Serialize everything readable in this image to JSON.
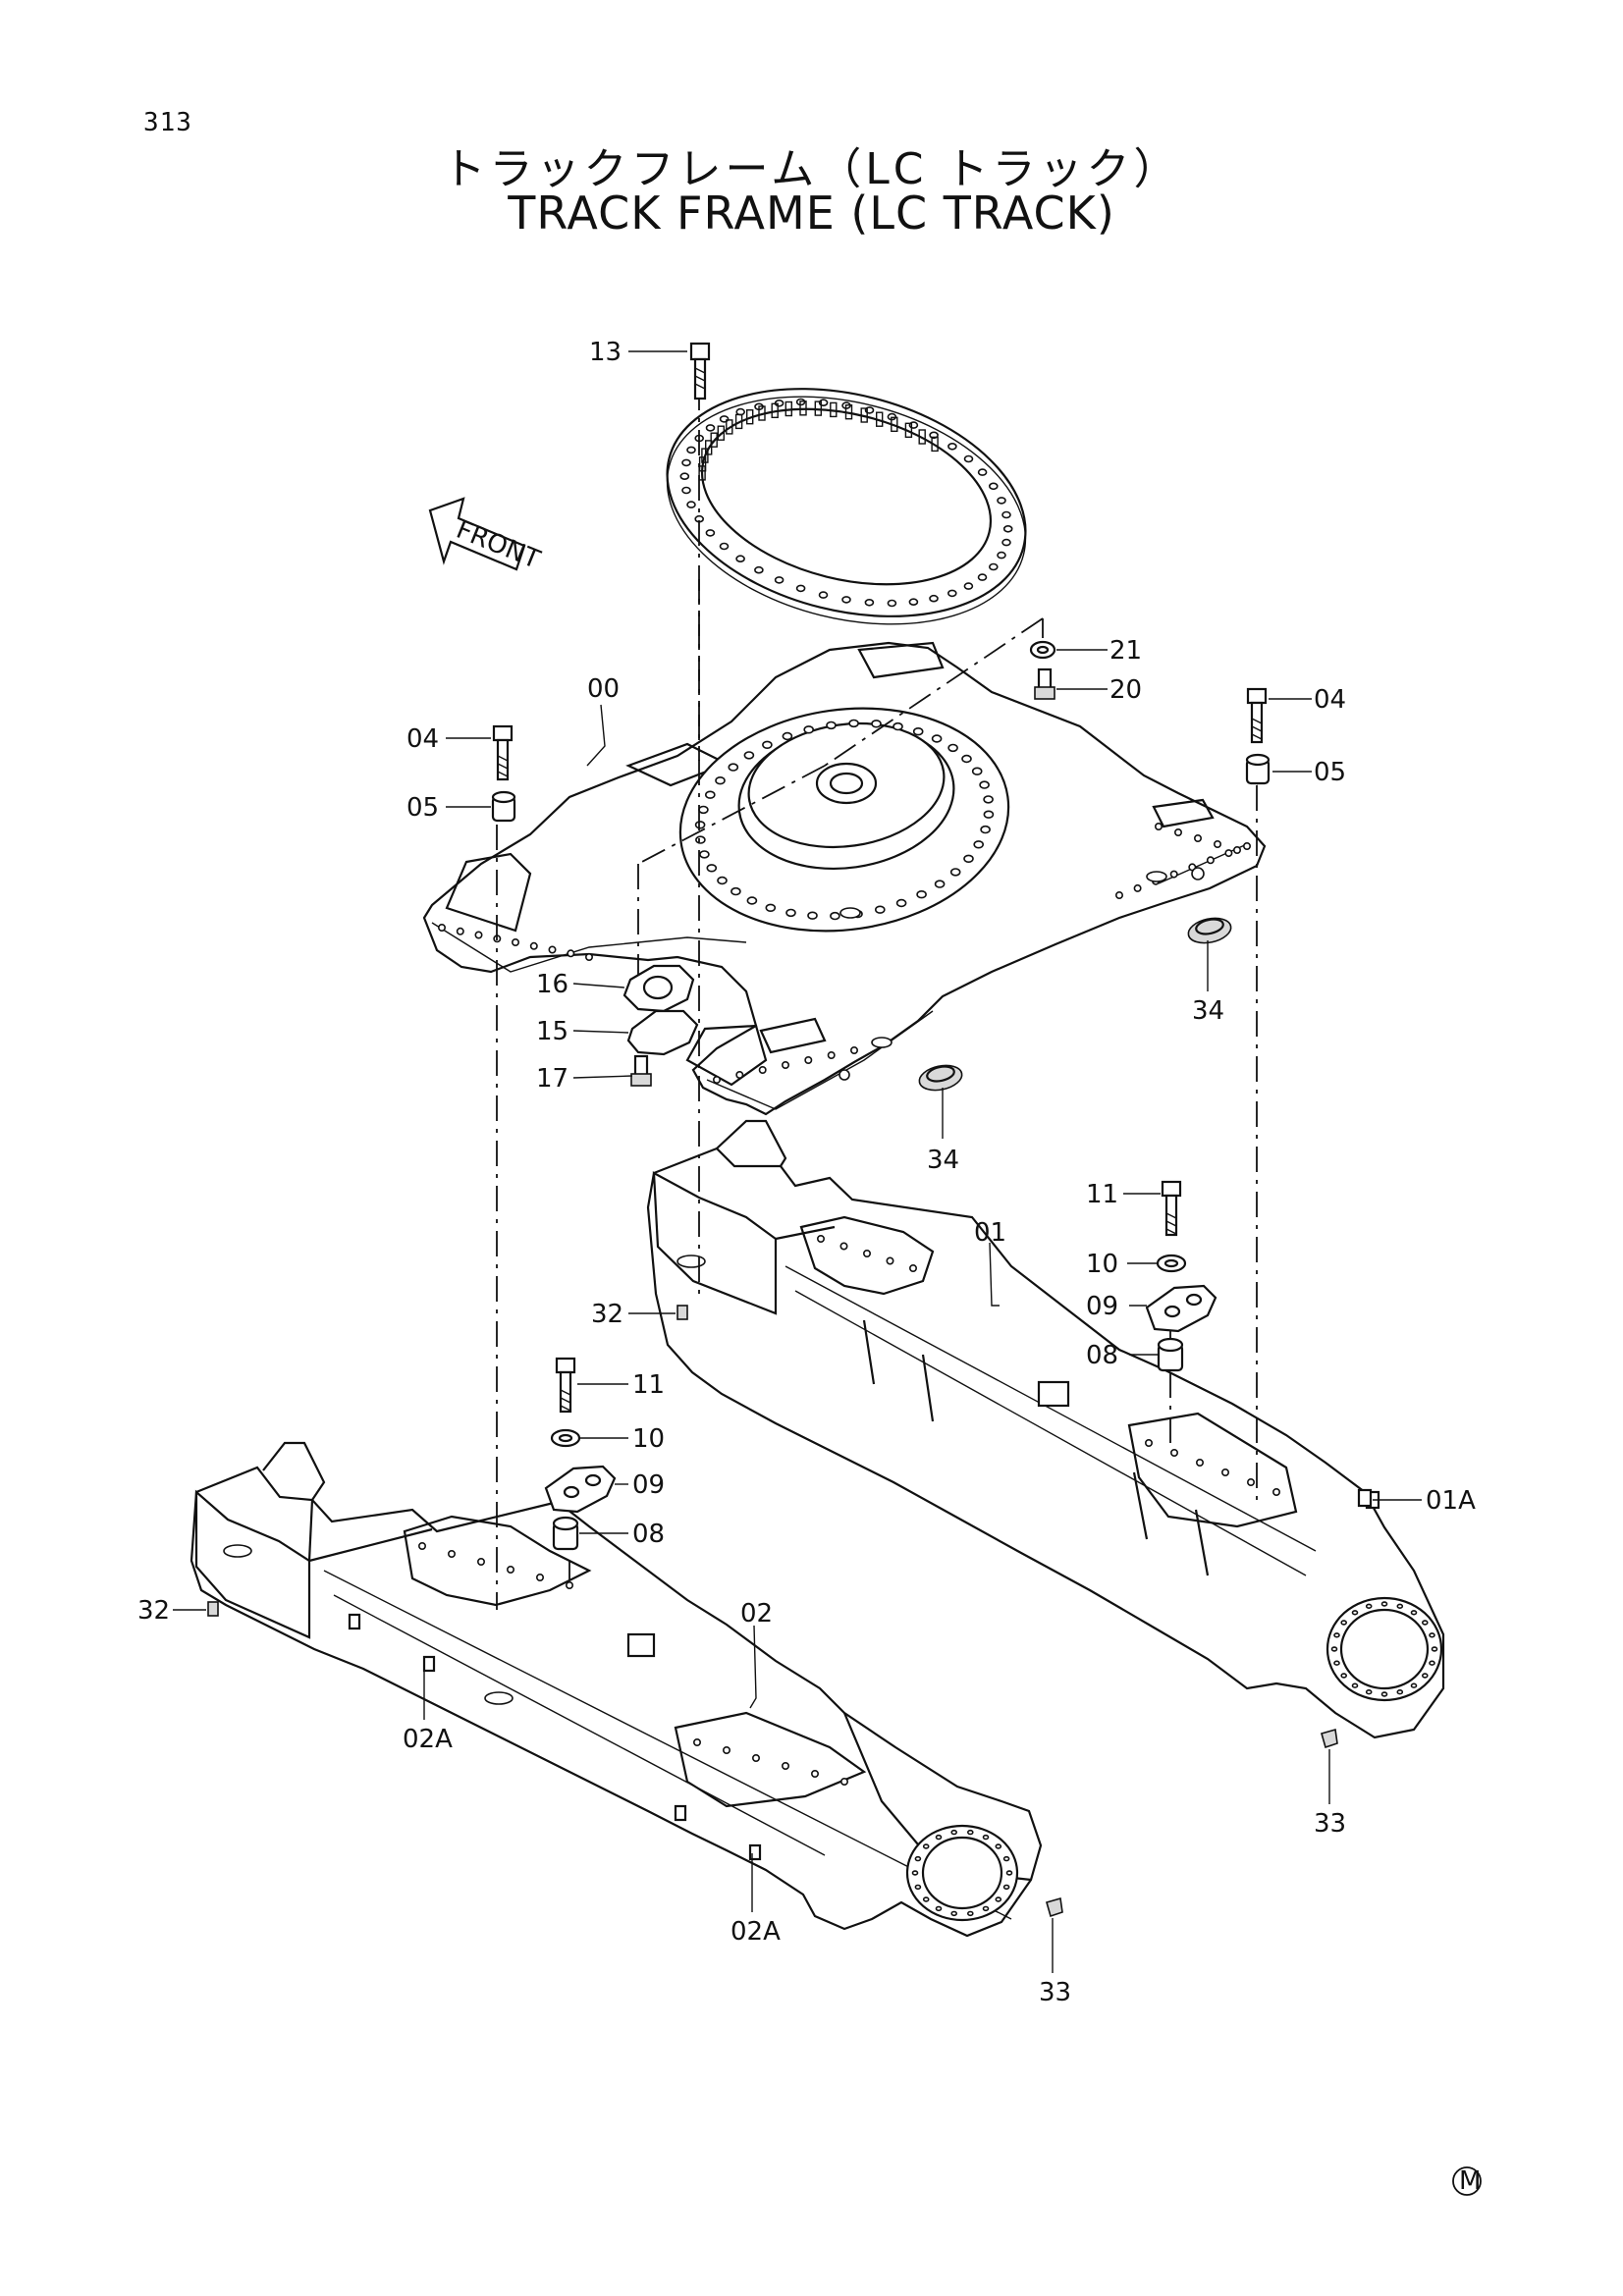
{
  "page": {
    "number": "313"
  },
  "title": {
    "japanese": "トラックフレーム（LC トラック）",
    "english": "TRACK  FRAME  (LC TRACK)"
  },
  "front_arrow": {
    "label": "FRONT"
  },
  "callouts": [
    "13",
    "21",
    "20",
    "00",
    "04",
    "05",
    "04",
    "05",
    "16",
    "15",
    "17",
    "34",
    "34",
    "11",
    "10",
    "09",
    "08",
    "01",
    "32",
    "11",
    "10",
    "09",
    "08",
    "01A",
    "02",
    "32",
    "02A",
    "02A",
    "33",
    "33"
  ],
  "footer_mark": "M"
}
